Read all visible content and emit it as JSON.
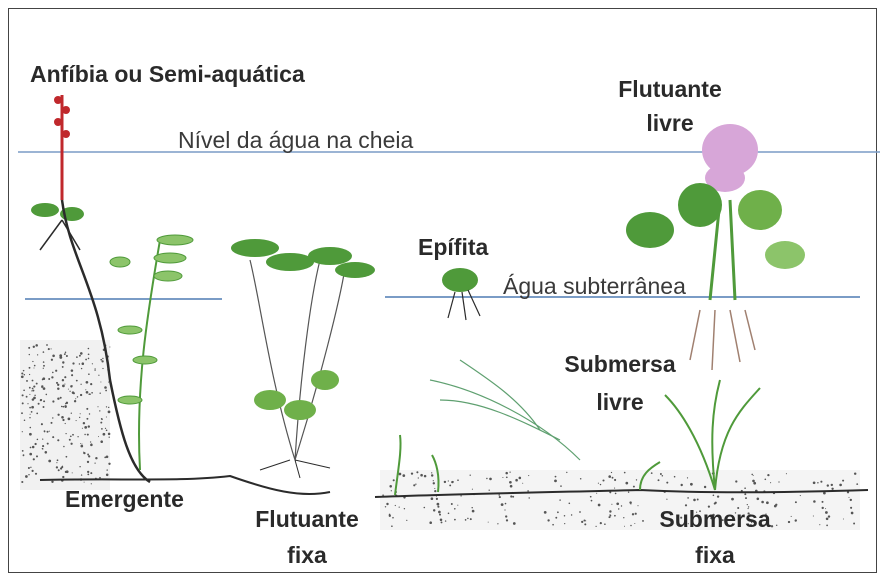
{
  "water_levels": {
    "flood": "Nível da água na cheia",
    "ground": "Água subterrânea"
  },
  "labels": {
    "amphibious": "Anfíbia ou Semi-aquática",
    "free_floating": [
      "Flutuante",
      "livre"
    ],
    "epiphyte": "Epífita",
    "free_submerged": [
      "Submersa",
      "livre"
    ],
    "emergent": "Emergente",
    "fixed_floating": [
      "Flutuante",
      "fixa"
    ],
    "fixed_submerged": [
      "Submersa",
      "fixa"
    ]
  },
  "colors": {
    "water_line": "#7a9cc6",
    "leaf": "#4f9a3a",
    "leaf_light": "#8cc46a",
    "flower": "#d7a6d8",
    "stem_red": "#c0282c",
    "soil": "#2b2b2b"
  }
}
